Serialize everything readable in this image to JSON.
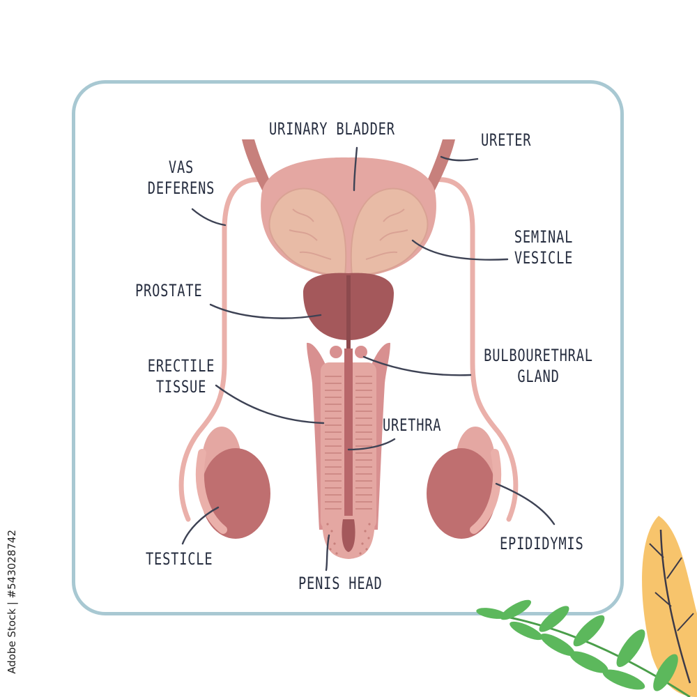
{
  "labels": {
    "urinary_bladder": "URINARY BLADDER",
    "ureter": "URETER",
    "vas_deferens_1": "VAS",
    "vas_deferens_2": "DEFERENS",
    "seminal_vesicle_1": "SEMINAL",
    "seminal_vesicle_2": "VESICLE",
    "prostate": "PROSTATE",
    "bulbourethral_1": "BULBOURETHRAL",
    "bulbourethral_2": "GLAND",
    "erectile_1": "ERECTILE",
    "erectile_2": "TISSUE",
    "urethra": "URETHRA",
    "testicle": "TESTICLE",
    "epididymis": "EPIDIDYMIS",
    "penis_head": "PENIS HEAD"
  },
  "stock_id": "Adobe Stock | #543028742",
  "colors": {
    "frame": "#a8c8d2",
    "text": "#262d3f",
    "bladder": "#e4a7a2",
    "vesicle": "#e8bba6",
    "prostate": "#a4585b",
    "tissue": "#d89090",
    "testicle": "#bf6f70",
    "duct": "#eab0aa",
    "leaf_green": "#5cb85c",
    "leaf_yellow": "#f7c46c"
  }
}
